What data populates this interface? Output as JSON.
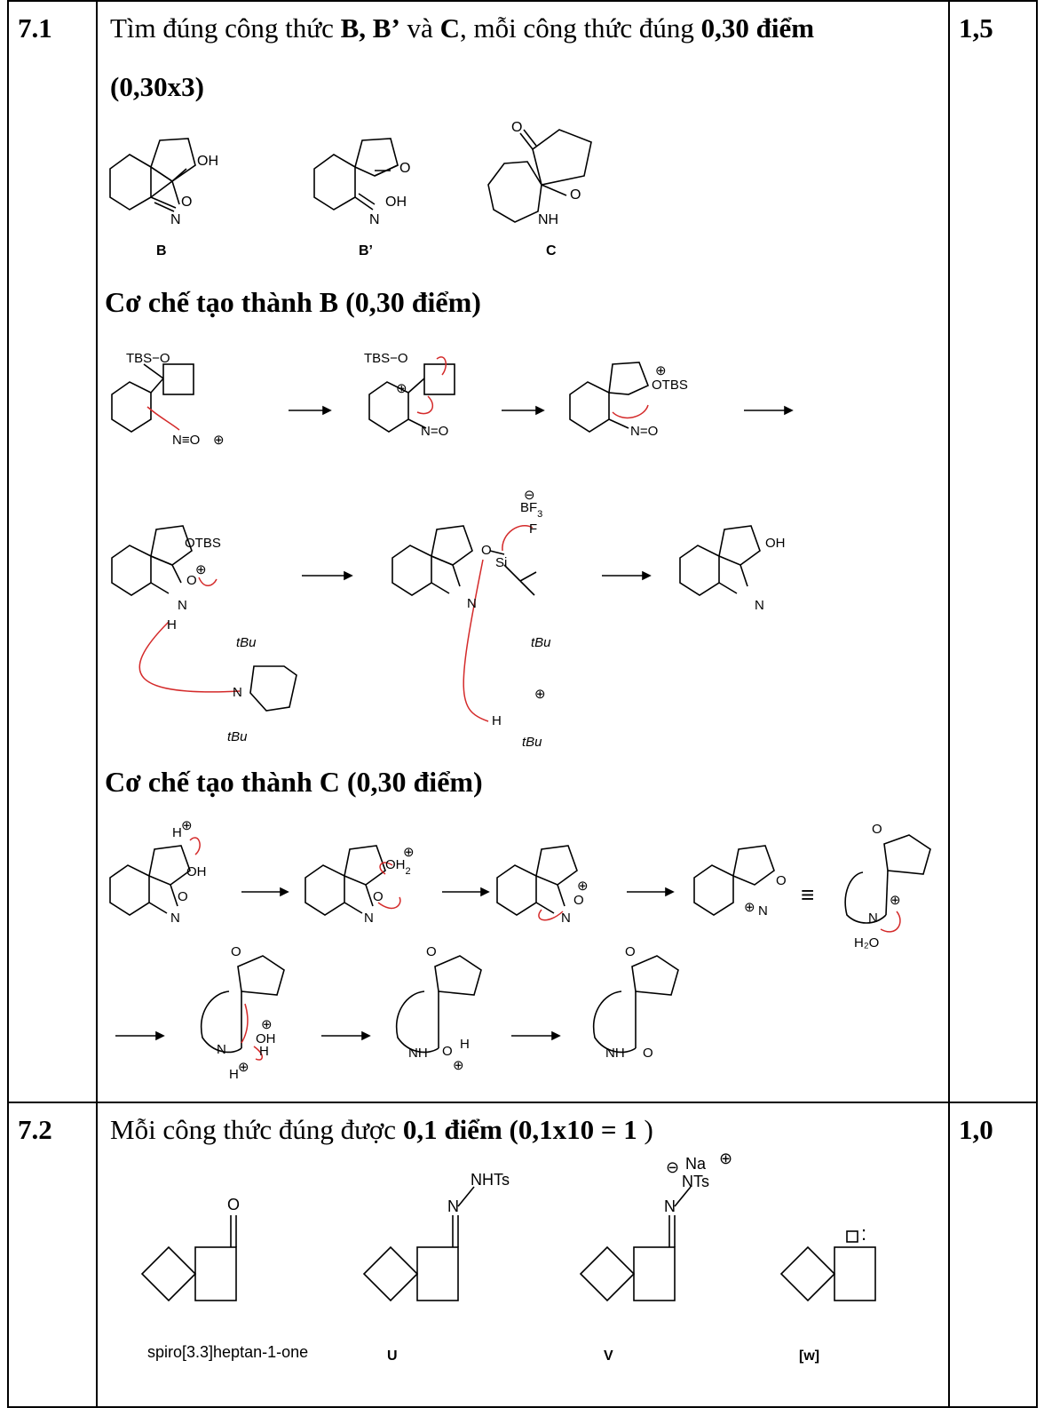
{
  "rows": [
    {
      "number": "7.1",
      "points": "1,5",
      "intro_a": "Tìm đúng công thức ",
      "intro_b": "B, B’",
      "intro_c": " và ",
      "intro_d": "C",
      "intro_e": ", mỗi công thức đúng ",
      "intro_f": "0,30 điểm",
      "intro_g": "(0,30x3)",
      "structure_labels": [
        "B",
        "B’",
        "C"
      ],
      "heading_b": "Cơ chế tạo thành B (0,30 điểm)",
      "heading_c": "Cơ chế tạo thành C (0,30 điểm)"
    },
    {
      "number": "7.2",
      "points": "1,0",
      "intro_a": "Mỗi công thức đúng được ",
      "intro_b": "0,1 điểm (0,1x10 = 1 ",
      "intro_c": ")",
      "structure_labels": [
        "spiro[3.3]heptan-1-one",
        "U",
        "V",
        "[w]"
      ]
    }
  ],
  "chem": {
    "oh": "OH",
    "o": "O",
    "n": "N",
    "nh": "NH",
    "h": "H",
    "tbs_o": "TBS−O",
    "otbs": "OTBS",
    "nitrosonium": "N≡O",
    "n_eq_o": "N=O",
    "bf3": "BF",
    "three": "3",
    "f": "F",
    "si": "Si",
    "tbu": "tBu",
    "oh2": "OH",
    "two": "2",
    "h2o": "H₂O",
    "nhts": "NHTs",
    "nts": "NTs",
    "na": "Na",
    "plus": "⊕",
    "minus": "⊖",
    "colon": ":",
    "equiv": "≡"
  },
  "colors": {
    "arrow": "#d42a2a",
    "line": "#000000"
  }
}
